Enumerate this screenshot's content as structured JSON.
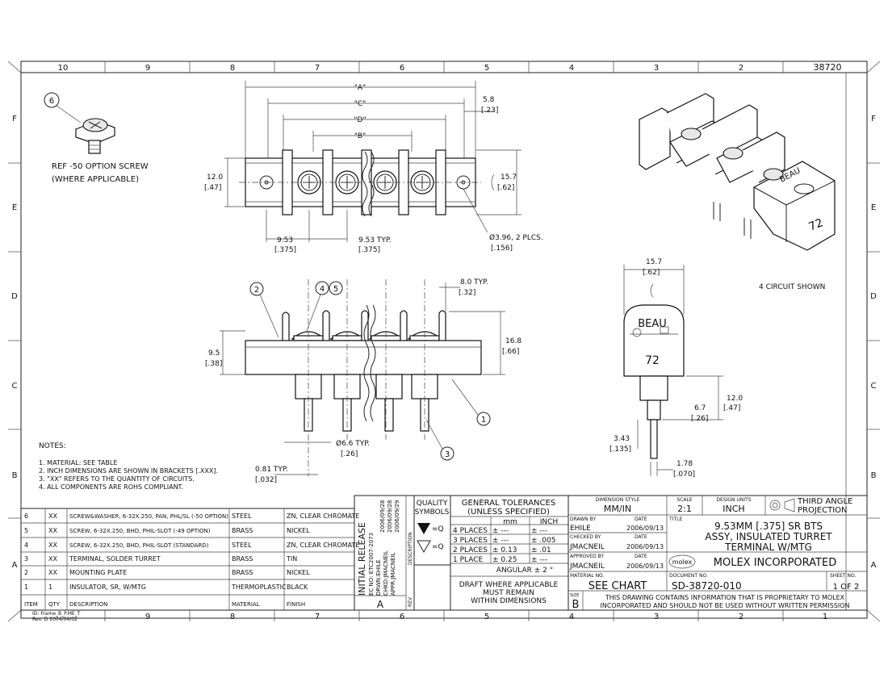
{
  "drawing_number": "38720",
  "col_ticks_top": [
    "10",
    "9",
    "8",
    "7",
    "6",
    "5",
    "4",
    "3",
    "2"
  ],
  "col_ticks_bottom": [
    "9",
    "8",
    "7",
    "6",
    "5",
    "4",
    "3",
    "2",
    "1"
  ],
  "row_ticks": [
    "F",
    "E",
    "D",
    "C",
    "B",
    "A"
  ],
  "screw_note": {
    "balloon": "6",
    "line1": "REF -50 OPTION SCREW",
    "line2": "(WHERE APPLICABLE)"
  },
  "top_view": {
    "dim_a": "\"A\"",
    "dim_c": "\"C\"",
    "dim_d": "\"D\"",
    "dim_b": "\"B\"",
    "dim_58_mm": "5.8",
    "dim_58_in": "[.23]",
    "dim_120_mm": "12.0",
    "dim_120_in": "[.47]",
    "dim_157_mm": "15.7",
    "dim_157_in": "[.62]",
    "dim_953_mm": "9.53",
    "dim_953_in": "[.375]",
    "dim_953typ_mm": "9.53 TYP.",
    "dim_953typ_in": "[.375]",
    "hole_mm": "Ø3.96, 2 PLCS.",
    "hole_in": "[.156]"
  },
  "front_view": {
    "balloon_2": "2",
    "balloon_4": "4",
    "balloon_5": "5",
    "balloon_1": "1",
    "balloon_3": "3",
    "dim_80_mm": "8.0 TYP.",
    "dim_80_in": "[.32]",
    "dim_168_mm": "16.8",
    "dim_168_in": "[.66]",
    "dim_95_mm": "9.5",
    "dim_95_in": "[.38]",
    "dim_66_mm": "Ø6.6 TYP.",
    "dim_66_in": "[.26]",
    "dim_081_mm": "0.81 TYP.",
    "dim_081_in": "[.032]"
  },
  "side_view": {
    "dim_157_mm": "15.7",
    "dim_157_in": "[.62]",
    "beau": "BEAU",
    "part72": "72",
    "dim_120_mm": "12.0",
    "dim_120_in": "[.47]",
    "dim_67_mm": "6.7",
    "dim_67_in": "[.26]",
    "dim_343_mm": "3.43",
    "dim_343_in": "[.135]",
    "dim_178_mm": "1.78",
    "dim_178_in": "[.070]"
  },
  "iso_view": {
    "circuit_label": "4 CIRCUIT SHOWN",
    "beau": "BEAU",
    "part72": "72"
  },
  "notes": {
    "title": "NOTES:",
    "lines": [
      "1. MATERIAL: SEE TABLE",
      "2. INCH DIMENSIONS ARE SHOWN IN BRACKETS [.XXX].",
      "3. \"XX\" REFERS TO THE QUANTITY OF CIRCUITS.",
      "4. ALL COMPONENTS ARE ROHS COMPLIANT."
    ]
  },
  "bom": {
    "headers": [
      "ITEM",
      "QTY",
      "DESCRIPTION",
      "MATERIAL",
      "FINISH"
    ],
    "rows": [
      [
        "6",
        "XX",
        "SCREW&WASHER, 6-32X.250, PAN, PHL/SL (-50 OPTION)",
        "STEEL",
        "ZN, CLEAR CHROMATE"
      ],
      [
        "5",
        "XX",
        "SCREW, 6-32X.250, BHD, PHIL-SLOT (-49 OPTION)",
        "BRASS",
        "NICKEL"
      ],
      [
        "4",
        "XX",
        "SCREW, 6-32X.250, BHD, PHIL-SLOT (STANDARD)",
        "STEEL",
        "ZN, CLEAR CHROMATE"
      ],
      [
        "3",
        "XX",
        "TERMINAL, SOLDER TURRET",
        "BRASS",
        "TIN"
      ],
      [
        "2",
        "XX",
        "MOUNTING PLATE",
        "BRASS",
        "NICKEL"
      ],
      [
        "1",
        "1",
        "INSULATOR, SR, W/MTG",
        "THERMOPLASTIC",
        "BLACK"
      ]
    ]
  },
  "revision": {
    "initial_release": "INITIAL RELEASE",
    "ec_no": "EC NO: ETC2007-2073",
    "drwn": "DRWN:EHILE",
    "chkd": "CHKD:JMACNEIL",
    "appr": "APPR:JMACNEIL",
    "date1": "2006/09/28",
    "date2": "2006/09/28",
    "date3": "2006/09/29",
    "description": "DESCRIPTION",
    "rev_letter": "A",
    "rev_label": "REV"
  },
  "quality": {
    "title1": "QUALITY",
    "title2": "SYMBOLS",
    "sym1": "=Q",
    "sym2": "=Q"
  },
  "tolerances": {
    "title1": "GENERAL TOLERANCES",
    "title2": "(UNLESS SPECIFIED)",
    "col_mm": "mm",
    "col_inch": "INCH",
    "rows": [
      [
        "4 PLACES",
        "± ---",
        "± ---"
      ],
      [
        "3 PLACES",
        "± ---",
        "± .005"
      ],
      [
        "2 PLACES",
        "± 0.13",
        "± .01"
      ],
      [
        "1 PLACE",
        "± 0.25",
        "± ---"
      ]
    ],
    "angular": "ANGULAR ± 2 °",
    "draft1": "DRAFT WHERE APPLICABLE",
    "draft2": "MUST REMAIN",
    "draft3": "WITHIN DIMENSIONS"
  },
  "title_block": {
    "dim_style_label": "DIMENSION STYLE",
    "dim_style": "MM/IN",
    "scale_label": "SCALE",
    "scale": "2:1",
    "design_units_label": "DESIGN UNITS",
    "design_units": "INCH",
    "projection1": "THIRD ANGLE",
    "projection2": "PROJECTION",
    "drawn_by_label": "DRAWN BY",
    "drawn_by": "EHILE",
    "drawn_date": "2006/09/13",
    "checked_by_label": "CHECKED BY",
    "checked_by": "JMACNEIL",
    "checked_date": "2006/09/13",
    "approved_by_label": "APPROVED BY",
    "approved_by": "JMACNEIL",
    "approved_date": "2006/09/13",
    "date_label": "DATE",
    "title_label": "TITLE",
    "title1": "9.53MM [.375] SR BTS",
    "title2": "ASSY, INSULATED TURRET",
    "title3": "TERMINAL W/MTG",
    "molex_logo": "molex",
    "company": "MOLEX INCORPORATED",
    "material_label": "MATERIAL NO.",
    "material": "SEE CHART",
    "document_label": "DOCUMENT NO.",
    "document": "SD-38720-010",
    "sheet_label": "SHEET NO.",
    "sheet": "1 OF 2",
    "size_label": "SIZE",
    "size": "B",
    "proprietary1": "THIS DRAWING CONTAINS INFORMATION THAT IS PROPRIETARY TO MOLEX",
    "proprietary2": "INCORPORATED AND SHOULD NOT BE USED WITHOUT WRITTEN PERMISSION"
  },
  "frame_id": {
    "line1": "ID: Frame_B_P.ME_T",
    "line2": "Rev: D 2004/04/02"
  }
}
